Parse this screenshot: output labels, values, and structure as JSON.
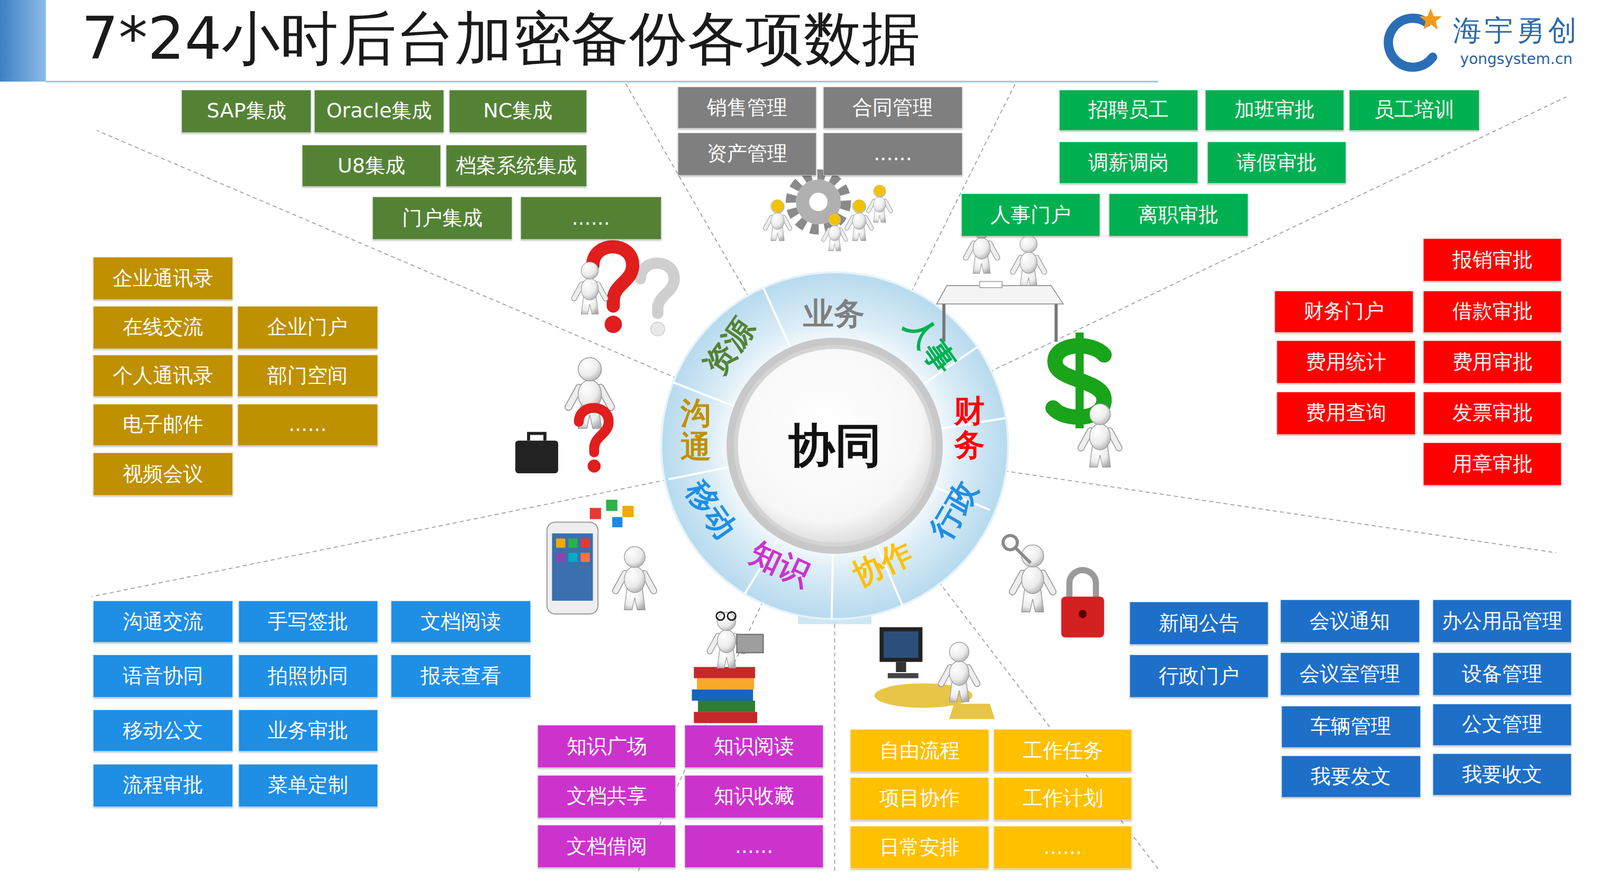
{
  "diagram": {
    "title": "7*24小时后台加密备份各项数据",
    "nodes": [
      {
        "text": [
          "SAP集成"
        ]
      },
      {
        "text": [
          "Oracle集成"
        ]
      },
      {
        "text": [
          "NC集成"
        ]
      },
      {
        "text": [
          "U8集成"
        ]
      },
      {
        "text": [
          "档案系统集成"
        ]
      },
      {
        "text": [
          "门户集成"
        ]
      },
      {
        "text": [
          "......"
        ]
      },
      {
        "text": [
          "销售管理"
        ]
      },
      {
        "text": [
          "合同管理"
        ]
      },
      {
        "text": [
          "资产管理"
        ]
      },
      {
        "text": [
          "......"
        ]
      },
      {
        "text": [
          "招聘员工"
        ]
      },
      {
        "text": [
          "加班审批"
        ]
      },
      {
        "text": [
          "员工培训"
        ]
      },
      {
        "text": [
          "调薪调岗"
        ]
      },
      {
        "text": [
          "请假审批"
        ]
      },
      {
        "text": [
          "人事门户"
        ]
      },
      {
        "text": [
          "离职审批"
        ]
      },
      {
        "text": [
          "企业通讯录"
        ]
      },
      {
        "text": [
          "在线交流"
        ]
      },
      {
        "text": [
          "企业门户"
        ]
      },
      {
        "text": [
          "个人通讯录"
        ]
      },
      {
        "text": [
          "部门空间"
        ]
      },
      {
        "text": [
          "电子邮件"
        ]
      },
      {
        "text": [
          "......"
        ]
      },
      {
        "text": [
          "视频会议"
        ]
      },
      {
        "text": [
          "协同"
        ]
      },
      {
        "text": [
          "报销审批"
        ]
      },
      {
        "text": [
          "财务门户"
        ]
      },
      {
        "text": [
          "借款审批"
        ]
      },
      {
        "text": [
          "费用统计"
        ]
      },
      {
        "text": [
          "费用审批"
        ]
      },
      {
        "text": [
          "费用查询"
        ]
      },
      {
        "text": [
          "发票审批"
        ]
      },
      {
        "text": [
          "用章审批"
        ]
      },
      {
        "text": [
          "沟通交流"
        ]
      },
      {
        "text": [
          "手写签批"
        ]
      },
      {
        "text": [
          "文档阅读"
        ]
      },
      {
        "text": [
          "语音协同"
        ]
      },
      {
        "text": [
          "拍照协同"
        ]
      },
      {
        "text": [
          "报表查看"
        ]
      },
      {
        "text": [
          "移动公文"
        ]
      },
      {
        "text": [
          "业务审批"
        ]
      },
      {
        "text": [
          "流程审批"
        ]
      },
      {
        "text": [
          "菜单定制"
        ]
      },
      {
        "text": [
          "知识广场"
        ]
      },
      {
        "text": [
          "知识阅读"
        ]
      },
      {
        "text": [
          "文档共享"
        ]
      },
      {
        "text": [
          "知识收藏"
        ]
      },
      {
        "text": [
          "文档借阅"
        ]
      },
      {
        "text": [
          "......"
        ]
      },
      {
        "text": [
          "自由流程"
        ]
      },
      {
        "text": [
          "工作任务"
        ]
      },
      {
        "text": [
          "项目协作"
        ]
      },
      {
        "text": [
          "工作计划"
        ]
      },
      {
        "text": [
          "日常安排"
        ]
      },
      {
        "text": [
          "......"
        ]
      },
      {
        "text": [
          "新闻公告"
        ]
      },
      {
        "text": [
          "会议通知"
        ]
      },
      {
        "text": [
          "办公用品管理"
        ]
      },
      {
        "text": [
          "行政门户"
        ]
      },
      {
        "text": [
          "会议室管理"
        ]
      },
      {
        "text": [
          "设备管理"
        ]
      },
      {
        "text": [
          "车辆管理"
        ]
      },
      {
        "text": [
          "公文管理"
        ]
      },
      {
        "text": [
          "我要发文"
        ]
      },
      {
        "text": [
          "我要收文"
        ]
      }
    ],
    "labels": [
      "业务",
      "人事",
      "财务",
      "行政",
      "协作",
      "知识",
      "移动",
      "沟通",
      "资源",
      "海宇勇创",
      "yongsystem.cn"
    ]
  }
}
